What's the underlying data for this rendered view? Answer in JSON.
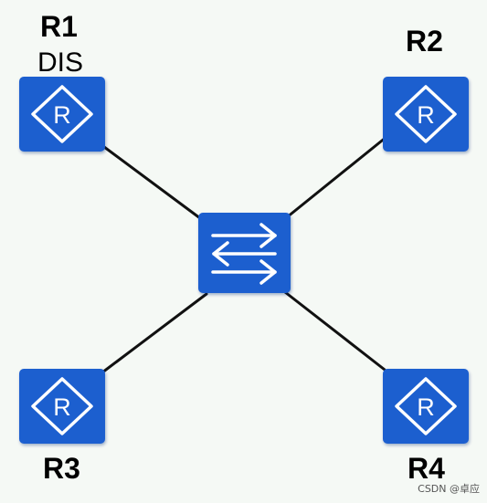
{
  "colors": {
    "background": "#f5f9f5",
    "device_fill": "#1f5fcf",
    "device_glyph": "#ffffff",
    "link": "#111111"
  },
  "nodes": {
    "r1": {
      "label": "R1",
      "role": "DIS",
      "icon": "router-icon"
    },
    "r2": {
      "label": "R2",
      "icon": "router-icon"
    },
    "r3": {
      "label": "R3",
      "icon": "router-icon"
    },
    "r4": {
      "label": "R4",
      "icon": "router-icon"
    },
    "sw": {
      "icon": "switch-icon"
    }
  },
  "links": [
    {
      "from": "r1",
      "to": "sw"
    },
    {
      "from": "r2",
      "to": "sw"
    },
    {
      "from": "r3",
      "to": "sw"
    },
    {
      "from": "r4",
      "to": "sw"
    }
  ],
  "watermark": "CSDN @卓应"
}
